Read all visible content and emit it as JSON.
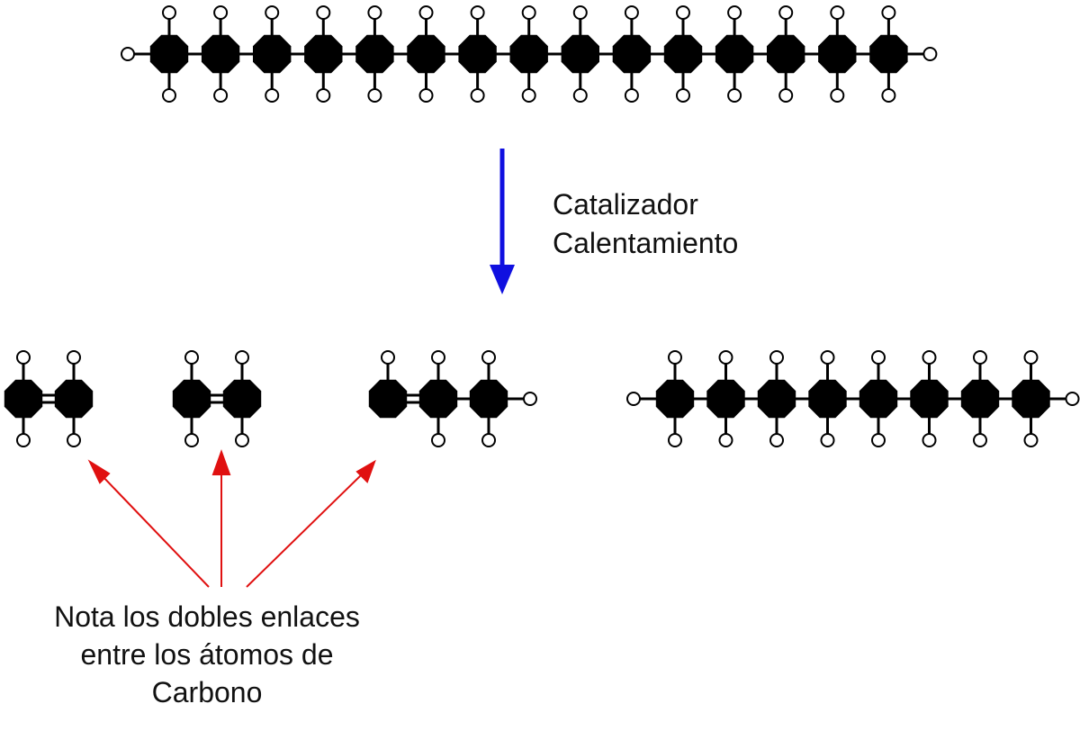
{
  "reaction": {
    "condition_1": "Catalizador",
    "condition_2": "Calentamiento"
  },
  "note": {
    "line_1": "Nota los dobles enlaces",
    "line_2": "entre los átomos de",
    "line_3": "Carbono"
  },
  "molecules": [
    {
      "id": "reactant-alkane",
      "carbons": 15,
      "double_bond_after_carbon": null
    },
    {
      "id": "product-ethene-1",
      "carbons": 2,
      "double_bond_after_carbon": 1
    },
    {
      "id": "product-ethene-2",
      "carbons": 2,
      "double_bond_after_carbon": 1
    },
    {
      "id": "product-propene",
      "carbons": 3,
      "double_bond_after_carbon": 1
    },
    {
      "id": "product-alkane",
      "carbons": 8,
      "double_bond_after_carbon": null
    }
  ],
  "colors": {
    "carbon": "#000000",
    "hydrogen": "#ffffff",
    "bond": "#000000",
    "reaction_arrow": "#1010e0",
    "note_arrows": "#e01010"
  }
}
